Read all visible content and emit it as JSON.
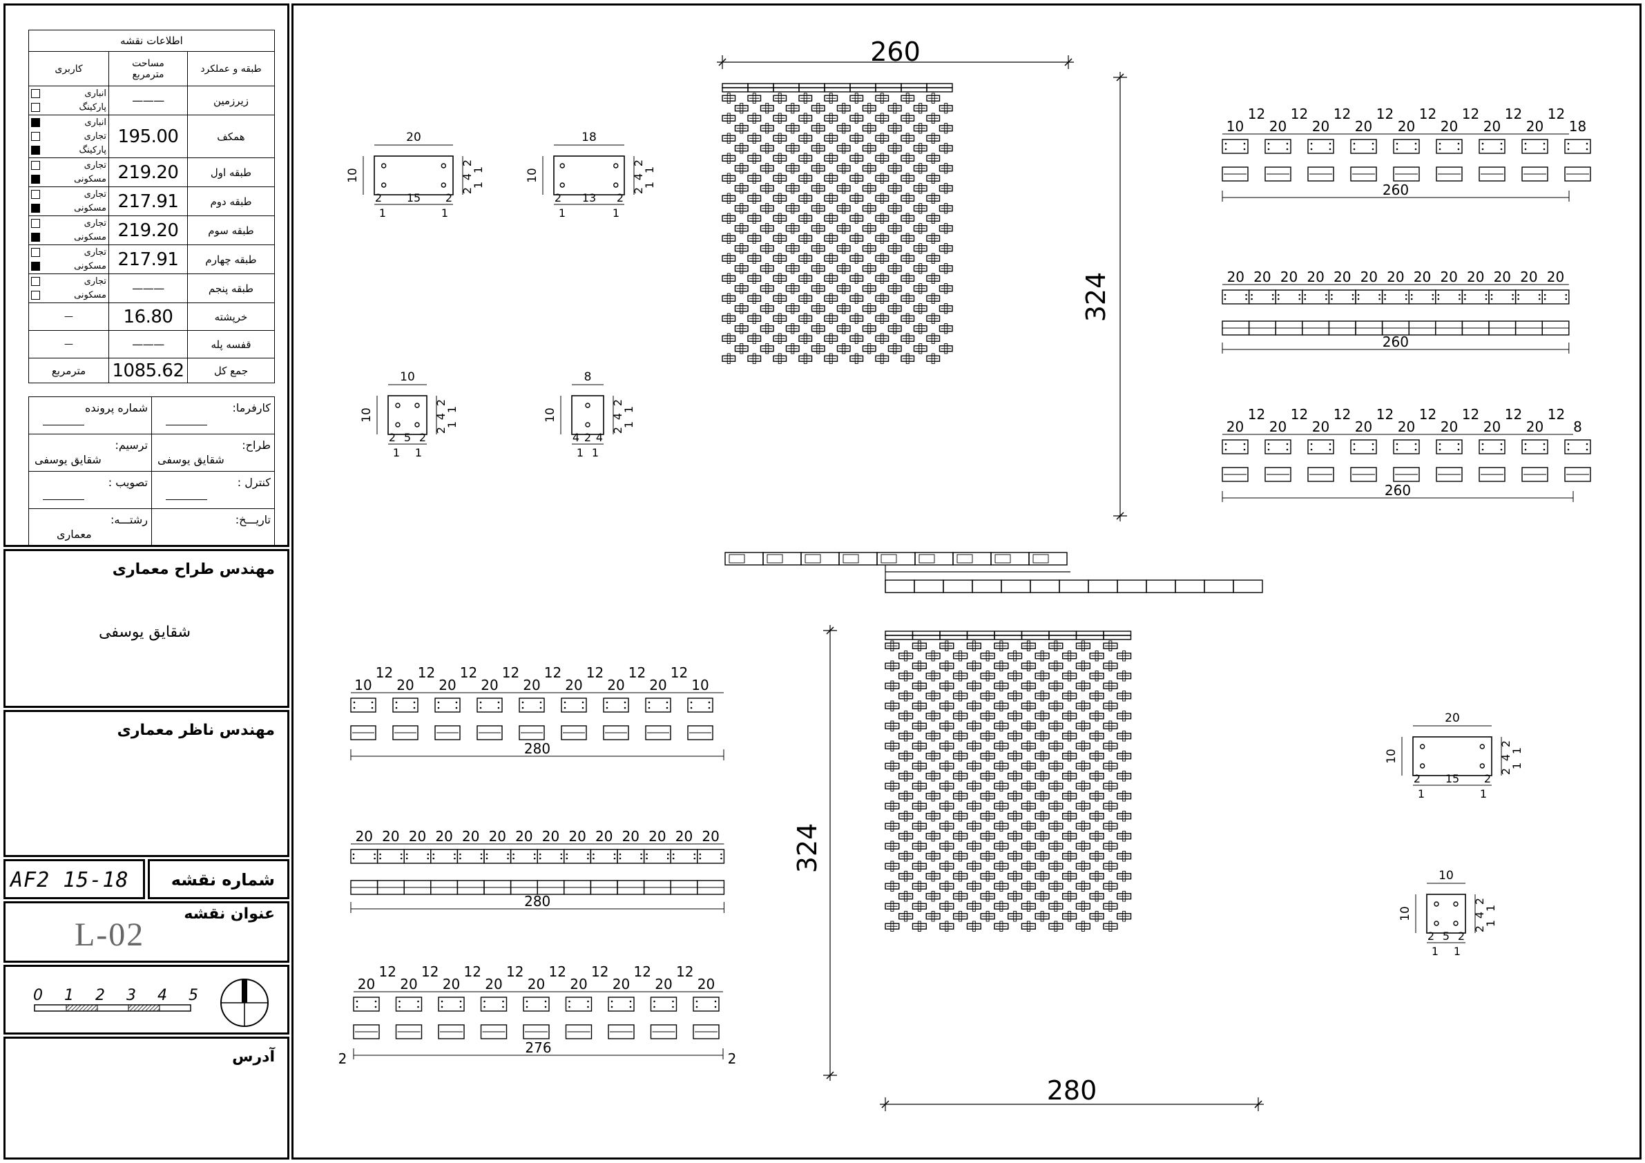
{
  "info_table": {
    "title": "اطلاعات نقشه",
    "headers": {
      "floor": "طبقه و عملکرد",
      "area": "مساحت\nمترمربع",
      "use": "کاربری"
    },
    "rows": [
      {
        "floor": "زیرزمین",
        "area": "———",
        "uses": [
          {
            "label": "انباری",
            "checked": false
          },
          {
            "label": "پارکینگ",
            "checked": false
          }
        ]
      },
      {
        "floor": "همکف",
        "area": "195.00",
        "uses": [
          {
            "label": "انباری",
            "checked": true
          },
          {
            "label": "تجاری",
            "checked": false
          },
          {
            "label": "پارکینگ",
            "checked": true
          }
        ]
      },
      {
        "floor": "طبقه اول",
        "area": "219.20",
        "uses": [
          {
            "label": "تجاری",
            "checked": false
          },
          {
            "label": "مسکونی",
            "checked": true
          }
        ]
      },
      {
        "floor": "طبقه دوم",
        "area": "217.91",
        "uses": [
          {
            "label": "تجاری",
            "checked": false
          },
          {
            "label": "مسکونی",
            "checked": true
          }
        ]
      },
      {
        "floor": "طبقه سوم",
        "area": "219.20",
        "uses": [
          {
            "label": "تجاری",
            "checked": false
          },
          {
            "label": "مسکونی",
            "checked": true
          }
        ]
      },
      {
        "floor": "طبقه چهارم",
        "area": "217.91",
        "uses": [
          {
            "label": "تجاری",
            "checked": false
          },
          {
            "label": "مسکونی",
            "checked": true
          }
        ]
      },
      {
        "floor": "طبقه پنجم",
        "area": "———",
        "uses": [
          {
            "label": "تجاری",
            "checked": false
          },
          {
            "label": "مسکونی",
            "checked": false
          }
        ]
      },
      {
        "floor": "خرپشته",
        "area": "16.80",
        "uses": [
          {
            "label": "—",
            "checked": false
          }
        ]
      },
      {
        "floor": "قفسه پله",
        "area": "———",
        "uses": [
          {
            "label": "—",
            "checked": false
          }
        ]
      }
    ],
    "total": {
      "label": "جمع کل",
      "value": "1085.62",
      "unit": "مترمربع"
    }
  },
  "signatures": {
    "client_label": "کارفرما:",
    "file_no_label": "شماره پرونده",
    "designer_label": "طراح:",
    "designer_name": "شقایق یوسفی",
    "drafter_label": "ترسیم:",
    "drafter_name": "شقایق یوسفی",
    "control_label": "کنترل :",
    "approval_label": "تصویب :",
    "date_label": "تاریـــخ:",
    "field_label": "رشتـــه:",
    "field_value": "معماری"
  },
  "designer_box": {
    "title": "مهندس طراح معماری",
    "name": "شقایق یوسفی"
  },
  "supervisor_box": {
    "title": "مهندس ناظر معماری"
  },
  "drawing_number": {
    "label": "شماره نقشه",
    "value": "AF2 15-18"
  },
  "drawing_title": {
    "label": "عنوان نقشه",
    "value": "L-02"
  },
  "scale": {
    "ticks": [
      "0",
      "1",
      "2",
      "3",
      "4",
      "5"
    ]
  },
  "address": {
    "label": "آدرس"
  },
  "dims": {
    "wall_a_width": "260",
    "wall_a_height": "324",
    "wall_b_width": "280",
    "wall_b_height": "324",
    "total_260": "260",
    "total_280": "280",
    "total_276": "276",
    "edge_2": "2",
    "brick_20": "20",
    "brick_18": "18",
    "brick_10": "10",
    "brick_8": "8",
    "inner_15": "15",
    "inner_13": "13",
    "inner_5": "5",
    "inner_4": "4",
    "side_2": "2",
    "side_1": "1",
    "side_4": "4",
    "joint_12": "12"
  }
}
